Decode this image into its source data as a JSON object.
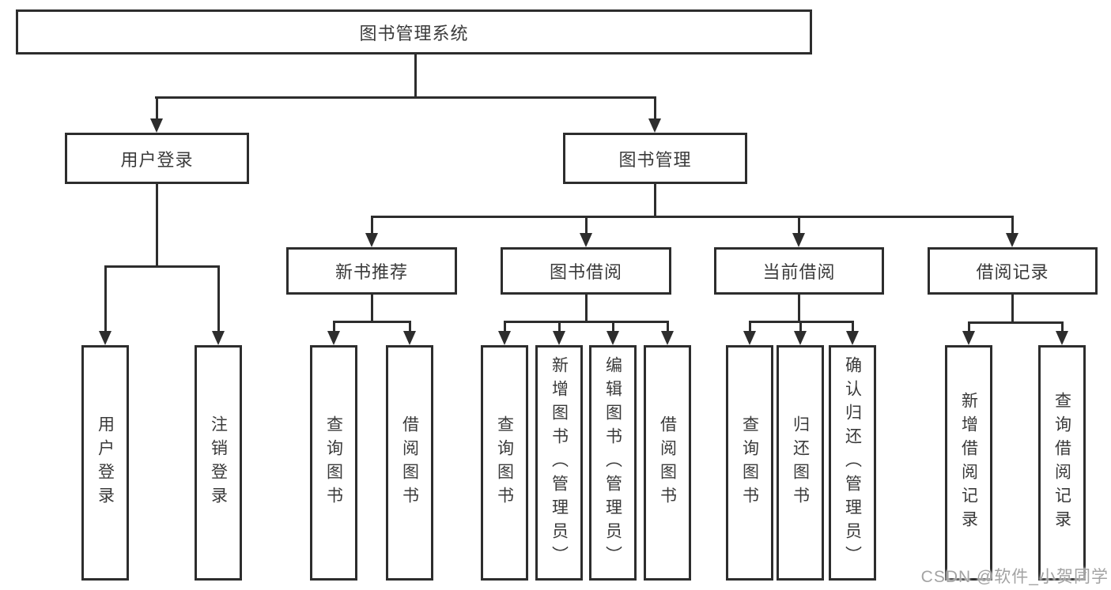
{
  "diagram_title": "图书管理系统",
  "colors": {
    "line": "#2d2d2d",
    "text": "#3a3a3a",
    "background": "#ffffff",
    "watermark": "#a3a3a3"
  },
  "nodes": {
    "root": {
      "label": "图书管理系统"
    },
    "user_login": {
      "label": "用户登录"
    },
    "book_mgmt": {
      "label": "图书管理"
    },
    "new_book_rec": {
      "label": "新书推荐"
    },
    "book_borrow": {
      "label": "图书借阅"
    },
    "current_borrow": {
      "label": "当前借阅"
    },
    "borrow_record": {
      "label": "借阅记录"
    },
    "leaf_user_login": {
      "label": "用户登录"
    },
    "leaf_logout": {
      "label": "注销登录"
    },
    "leaf_nb_query": {
      "label": "查询图书"
    },
    "leaf_nb_borrow": {
      "label": "借阅图书"
    },
    "leaf_bb_query": {
      "label": "查询图书"
    },
    "leaf_bb_add": {
      "label": "新增图书（管理员）"
    },
    "leaf_bb_edit": {
      "label": "编辑图书（管理员）"
    },
    "leaf_bb_borrow": {
      "label": "借阅图书"
    },
    "leaf_cb_query": {
      "label": "查询图书"
    },
    "leaf_cb_return": {
      "label": "归还图书"
    },
    "leaf_cb_confirm": {
      "label": "确认归还（管理员）"
    },
    "leaf_br_add": {
      "label": "新增借阅记录"
    },
    "leaf_br_query": {
      "label": "查询借阅记录"
    }
  },
  "hierarchy": {
    "图书管理系统": {
      "用户登录": [
        "用户登录",
        "注销登录"
      ],
      "图书管理": {
        "新书推荐": [
          "查询图书",
          "借阅图书"
        ],
        "图书借阅": [
          "查询图书",
          "新增图书（管理员）",
          "编辑图书（管理员）",
          "借阅图书"
        ],
        "当前借阅": [
          "查询图书",
          "归还图书",
          "确认归还（管理员）"
        ],
        "借阅记录": [
          "新增借阅记录",
          "查询借阅记录"
        ]
      }
    }
  },
  "watermark": {
    "text": "CSDN @软件_小贺同学"
  }
}
